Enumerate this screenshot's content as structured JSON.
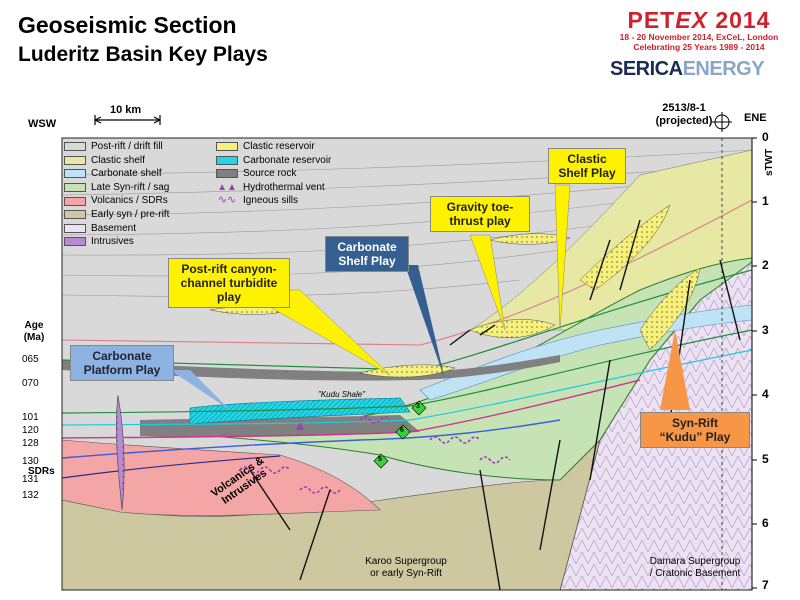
{
  "title": {
    "line1": "Geoseismic Section",
    "line2": "Luderitz Basin Key Plays"
  },
  "logo": {
    "pet": "PET",
    "ex": "EX",
    "year": "2014",
    "dates": "18 - 20 November 2014, ExCeL, London",
    "celebrating": "Celebrating 25 Years 1989 - 2014",
    "serica": "SERICA",
    "energy": "ENERGY"
  },
  "orientation": {
    "left": "WSW",
    "right": "ENE"
  },
  "scale": "10 km",
  "well": {
    "name": "2513/8-1",
    "note": "(projected)"
  },
  "axis": {
    "unit": "sTWT",
    "ticks": [
      "0",
      "1",
      "2",
      "3",
      "4",
      "5",
      "6",
      "7"
    ]
  },
  "age": {
    "title1": "Age",
    "title2": "(Ma)",
    "values": [
      "065",
      "070",
      "101",
      "120",
      "128",
      "130",
      "131",
      "132"
    ]
  },
  "legend": {
    "left": [
      {
        "label": "Post-rift / drift fill",
        "color": "#d9d9d9"
      },
      {
        "label": "Clastic shelf",
        "color": "#e6e8a3"
      },
      {
        "label": "Carbonate shelf",
        "color": "#bfe3f5"
      },
      {
        "label": "Late Syn-rift / sag",
        "color": "#c5e3b5"
      },
      {
        "label": "Volcanics / SDRs",
        "color": "#f4a6a6"
      },
      {
        "label": "Early syn / pre-rift",
        "color": "#cdc8a0"
      },
      {
        "label": "Basement",
        "color": "#ece2f2"
      },
      {
        "label": "Intrusives",
        "color": "#b78ad6"
      }
    ],
    "right": [
      {
        "label": "Clastic reservoir",
        "color": "#f7f07a"
      },
      {
        "label": "Carbonate reservoir",
        "color": "#22d4e6"
      },
      {
        "label": "Source rock",
        "color": "#808080"
      },
      {
        "label": "Hydrothermal vent",
        "color": "#9b3fb8"
      },
      {
        "label": "Igneous sills",
        "color": "#9b3fb8"
      }
    ]
  },
  "callouts": {
    "clastic_shelf": "Clastic Shelf Play",
    "gravity": "Gravity toe-thrust play",
    "carbonate_shelf": "Carbonate Shelf Play",
    "postrift": "Post-rift canyon-channel turbidite play",
    "carbonate_platform": "Carbonate Platform Play",
    "synrift_l1": "Syn-Rift",
    "synrift_l2": "“Kudu” Play"
  },
  "labels": {
    "kudu_shale": "\"Kudu Shale\"",
    "sdrs": "SDRs",
    "volcanics": "Volcanics & Intrusives",
    "karoo1": "Karoo Supergroup",
    "karoo2": "or early Syn-Rift",
    "damara1": "Damara Supergroup",
    "damara2": "/ Cratonic Basement",
    "source_markers": [
      "3",
      "6",
      "5"
    ]
  }
}
